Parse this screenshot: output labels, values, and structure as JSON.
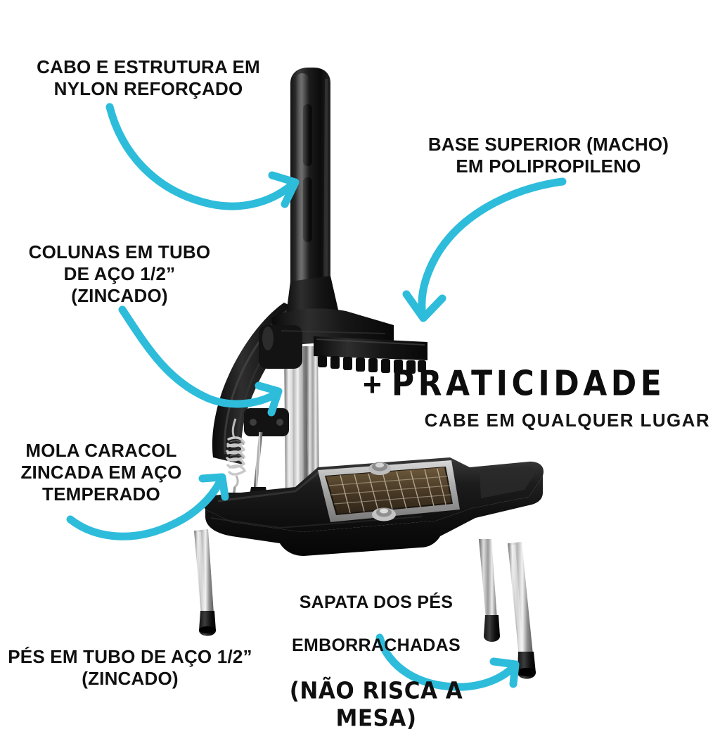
{
  "meta": {
    "background_color": "#ffffff",
    "text_color": "#101010",
    "arrow_color": "#2ebcdb",
    "language": "pt-BR",
    "subject": "Cortador manual de batatas / legumes tipo prensa"
  },
  "callouts": [
    {
      "id": "cabo",
      "name": "callout-cabo-estrutura",
      "text": "CABO E ESTRUTURA EM\nNYLON REFORÇADO",
      "points_to": "handle"
    },
    {
      "id": "base_superior",
      "name": "callout-base-superior",
      "text": "BASE SUPERIOR (MACHO)\nEM POLIPROPILENO",
      "points_to": "pusher-head"
    },
    {
      "id": "colunas",
      "name": "callout-colunas",
      "text": "COLUNAS EM TUBO\nDE AÇO 1/2”\n(ZINCADO)",
      "points_to": "steel-column"
    },
    {
      "id": "mola",
      "name": "callout-mola-caracol",
      "text": "MOLA CARACOL\nZINCADA EM AÇO\nTEMPERADO",
      "points_to": "coil-spring"
    },
    {
      "id": "sapata",
      "name": "callout-sapata-pes",
      "line1": "SAPATA DOS  PÉS",
      "line2": "EMBORRACHADAS",
      "line3": "(NÃO RISCA A MESA)",
      "points_to": "rubber-foot"
    },
    {
      "id": "pes",
      "name": "callout-pes-tubo",
      "text": "PÉS EM TUBO DE AÇO 1/2”\n(ZINCADO)",
      "points_to": "leg"
    }
  ],
  "headline": {
    "plus": "+",
    "main": "PRATICIDADE",
    "sub": "CABE EM QUALQUER LUGAR"
  },
  "arrows": [
    {
      "name": "arrow-to-handle",
      "from": "callout-cabo",
      "to": "handle",
      "direction": "right"
    },
    {
      "name": "arrow-to-pusher-head",
      "from": "callout-base-superior",
      "to": "pusher-head",
      "direction": "down"
    },
    {
      "name": "arrow-to-column",
      "from": "callout-colunas",
      "to": "steel-column",
      "direction": "right"
    },
    {
      "name": "arrow-to-spring",
      "from": "callout-mola-caracol",
      "to": "coil-spring",
      "direction": "up-right"
    },
    {
      "name": "arrow-to-foot",
      "from": "callout-sapata-pes",
      "to": "rubber-foot",
      "direction": "up-right"
    }
  ],
  "product_parts": [
    {
      "name": "handle",
      "label": "Cabo vertical preto"
    },
    {
      "name": "pusher-head",
      "label": "Base superior macho dentada"
    },
    {
      "name": "pivot-arm",
      "label": "Braço curvo de alavanca"
    },
    {
      "name": "steel-column",
      "label": "Coluna em tubo de aço"
    },
    {
      "name": "coil-spring",
      "label": "Mola caracol"
    },
    {
      "name": "blade-grid",
      "label": "Grade de lâminas"
    },
    {
      "name": "base-platform",
      "label": "Base plástica em X"
    },
    {
      "name": "leg",
      "label": "Pé em tubo de aço"
    },
    {
      "name": "rubber-foot",
      "label": "Sapata emborrachada"
    }
  ]
}
